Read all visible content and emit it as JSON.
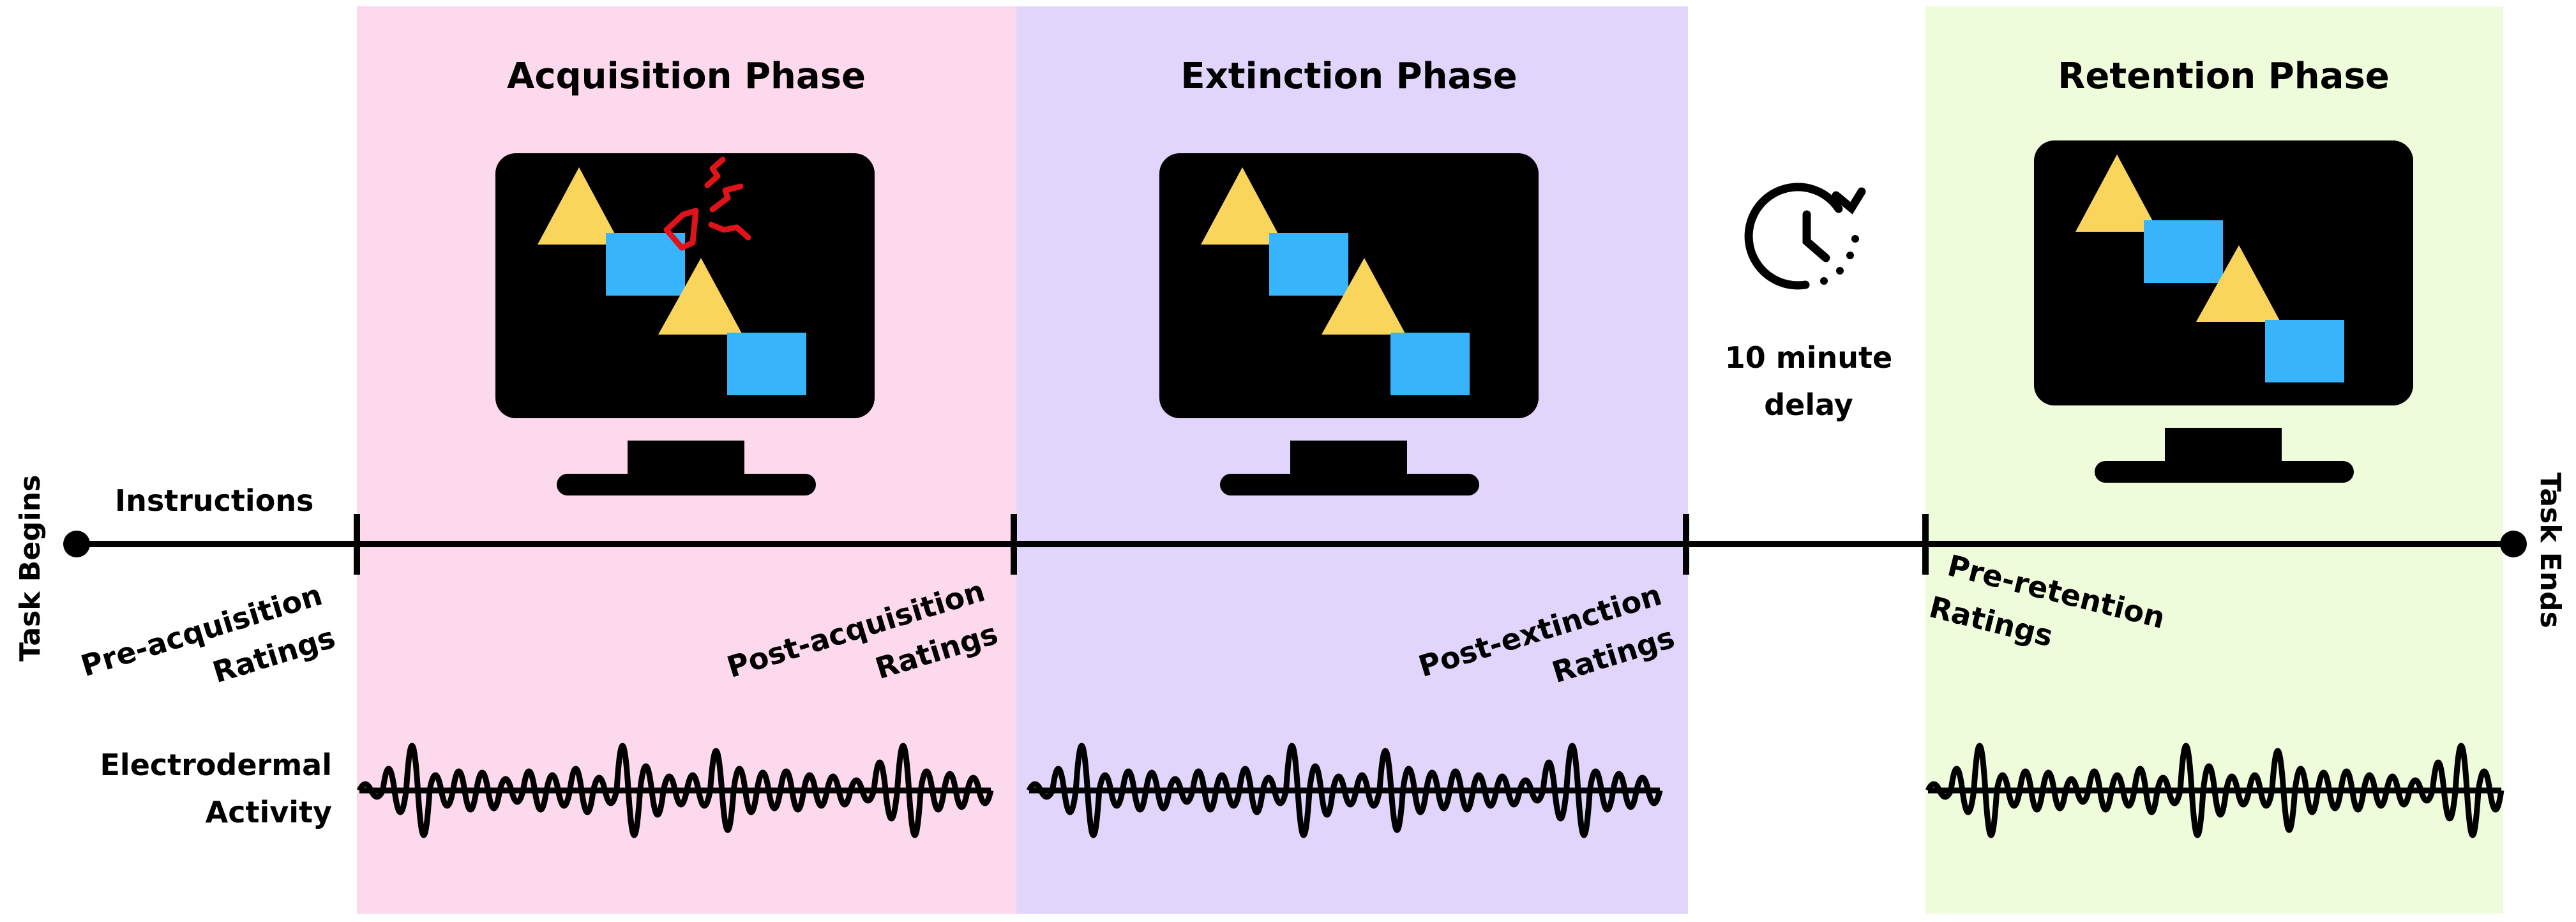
{
  "phases": {
    "acquisition": {
      "title": "Acquisition Phase",
      "color": "#fdd9ee"
    },
    "extinction": {
      "title": "Extinction Phase",
      "color": "#e2d5fc"
    },
    "retention": {
      "title": "Retention Phase",
      "color": "#effcdc"
    }
  },
  "timeline": {
    "start_label": "Task Begins",
    "end_label": "Task Ends",
    "instructions_label": "Instructions",
    "delay_label_line1": "10 minute",
    "delay_label_line2": "delay"
  },
  "ratings": {
    "pre_acquisition": [
      "Pre-acquisition",
      "Ratings"
    ],
    "post_acquisition": [
      "Post-acquisition",
      "Ratings"
    ],
    "post_extinction": [
      "Post-extinction",
      "Ratings"
    ],
    "pre_retention": [
      "Pre-retention",
      "Ratings"
    ]
  },
  "eda": {
    "line1": "Electrodermal",
    "line2": "Activity"
  },
  "colors": {
    "stimulus_triangle": "#f9d55c",
    "stimulus_square": "#37b4fb",
    "alarm": "#e0131a",
    "monitor": "#000000"
  },
  "icons": {
    "monitor": "monitor-icon",
    "triangle": "triangle-stimulus-icon",
    "square": "square-stimulus-icon",
    "alarm": "alarm-sound-icon",
    "clock": "clock-icon",
    "waveform": "eda-waveform-icon"
  }
}
